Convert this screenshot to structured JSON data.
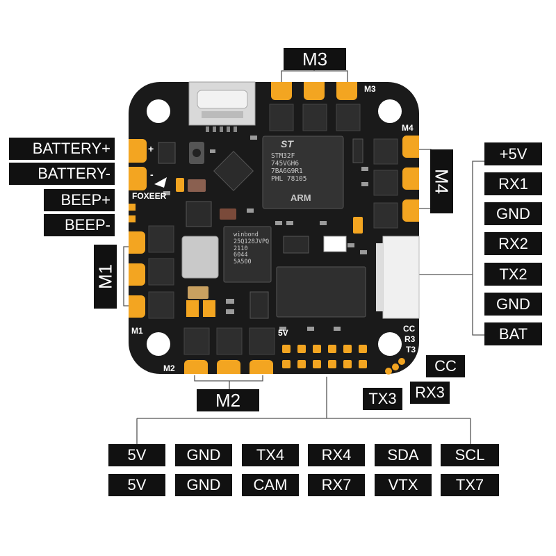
{
  "motors": {
    "m1": "M1",
    "m2": "M2",
    "m3": "M3",
    "m4": "M4"
  },
  "left_labels": [
    "BATTERY+",
    "BATTERY-",
    "BEEP+",
    "BEEP-"
  ],
  "right_labels": [
    "+5V",
    "RX1",
    "GND",
    "RX2",
    "TX2",
    "GND",
    "BAT"
  ],
  "bottom_row1": [
    "5V",
    "GND",
    "TX4",
    "RX4",
    "SDA",
    "SCL"
  ],
  "bottom_row2": [
    "5V",
    "GND",
    "CAM",
    "RX7",
    "VTX",
    "TX7"
  ],
  "uart3_labels": {
    "cc": "CC",
    "rx3": "RX3",
    "tx3": "TX3"
  },
  "board_text": {
    "brand": "FOXEER",
    "plus": "+",
    "minus": "-",
    "m1": "M1",
    "m2": "M2",
    "m3": "M3",
    "m4": "M4",
    "v5": "5V",
    "cc": "CC",
    "r3": "R3",
    "t3": "T3",
    "mcu": "STM32F\n745VGH6\n7BA6G9R1\nPHL 78105",
    "mcu_arm": "ARM",
    "mcu_logo": "ST",
    "flash": "winbond\n25Q128JVPQ\n2110\n6044\n5A500"
  },
  "colors": {
    "board": "#1a1a1a",
    "pad": "#f3a521",
    "label_bg": "#111111",
    "label_fg": "#ffffff",
    "line": "#555555"
  }
}
